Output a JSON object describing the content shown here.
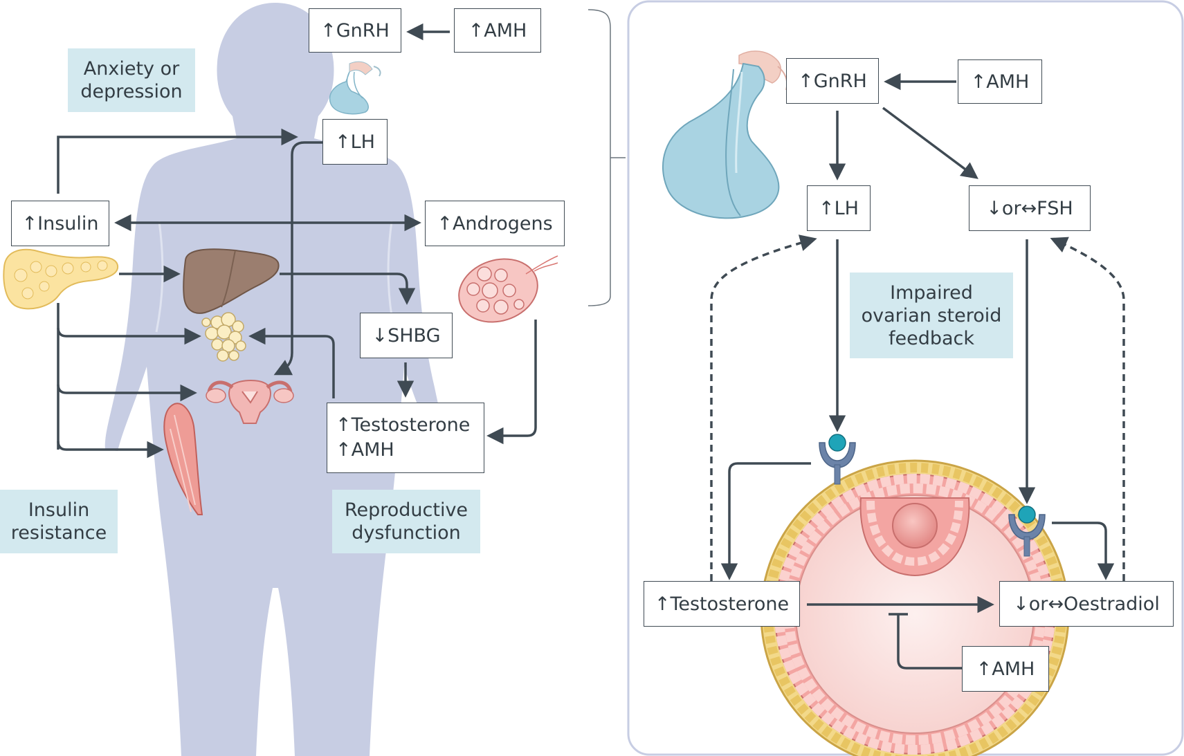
{
  "colors": {
    "silhouette": "#c7cde3",
    "arrow": "#3f4a53",
    "label_bg": "#d3e9ef",
    "box_border": "#3f4a53",
    "pituitary": "#a9d3e2",
    "ovary_pink": "#f2b7b5",
    "theca_yellow": "#f3d98a",
    "liver": "#9b7e6f",
    "pancreas": "#fbe3a0"
  },
  "left": {
    "gnrh": "↑GnRH",
    "amh": "↑AMH",
    "lh": "↑LH",
    "insulin": "↑Insulin",
    "androgens": "↑Androgens",
    "shbg": "↓SHBG",
    "testosterone": "↑Testosterone",
    "amh2": "↑AMH",
    "anxiety_line1": "Anxiety or",
    "anxiety_line2": "depression",
    "insulin_res_line1": "Insulin",
    "insulin_res_line2": "resistance",
    "repro_line1": "Reproductive",
    "repro_line2": "dysfunction"
  },
  "right": {
    "gnrh": "↑GnRH",
    "amh": "↑AMH",
    "lh": "↑LH",
    "fsh": "↓or↔FSH",
    "impaired_line1": "Impaired",
    "impaired_line2": "ovarian steroid",
    "impaired_line3": "feedback",
    "testosterone": "↑Testosterone",
    "oestradiol": "↓or↔Oestradiol",
    "amh_bottom": "↑AMH"
  }
}
